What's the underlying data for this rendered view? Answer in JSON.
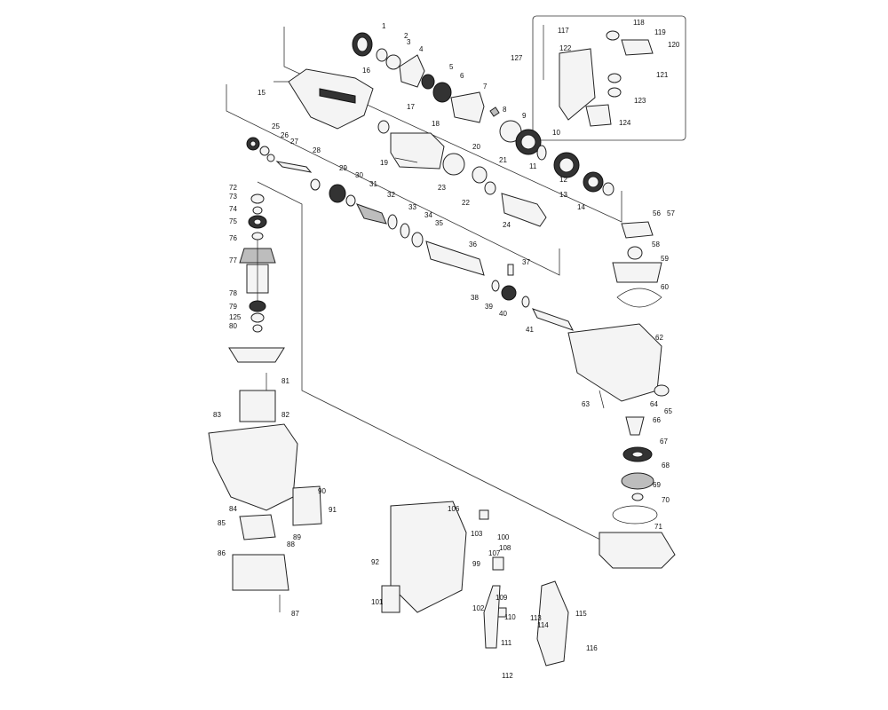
{
  "diagram": {
    "type": "exploded-parts-view",
    "part_numbers": [
      "1",
      "2",
      "3",
      "4",
      "5",
      "6",
      "7",
      "8",
      "9",
      "10",
      "11",
      "12",
      "13",
      "14",
      "15",
      "16",
      "17",
      "18",
      "19",
      "20",
      "21",
      "22",
      "23",
      "24",
      "25",
      "26",
      "27",
      "28",
      "29",
      "30",
      "31",
      "32",
      "33",
      "34",
      "35",
      "36",
      "37",
      "38",
      "39",
      "40",
      "41",
      "56",
      "57",
      "58",
      "59",
      "60",
      "62",
      "63",
      "64",
      "65",
      "66",
      "67",
      "68",
      "69",
      "70",
      "71",
      "72",
      "73",
      "74",
      "75",
      "76",
      "77",
      "78",
      "79",
      "125",
      "80",
      "81",
      "82",
      "83",
      "84",
      "85",
      "86",
      "87",
      "88",
      "89",
      "90",
      "91",
      "92",
      "99",
      "100",
      "101",
      "102",
      "103",
      "106",
      "107",
      "108",
      "109",
      "110",
      "111",
      "112",
      "113",
      "114",
      "115",
      "116",
      "117",
      "118",
      "119",
      "120",
      "121",
      "122",
      "123",
      "124",
      "127"
    ]
  }
}
